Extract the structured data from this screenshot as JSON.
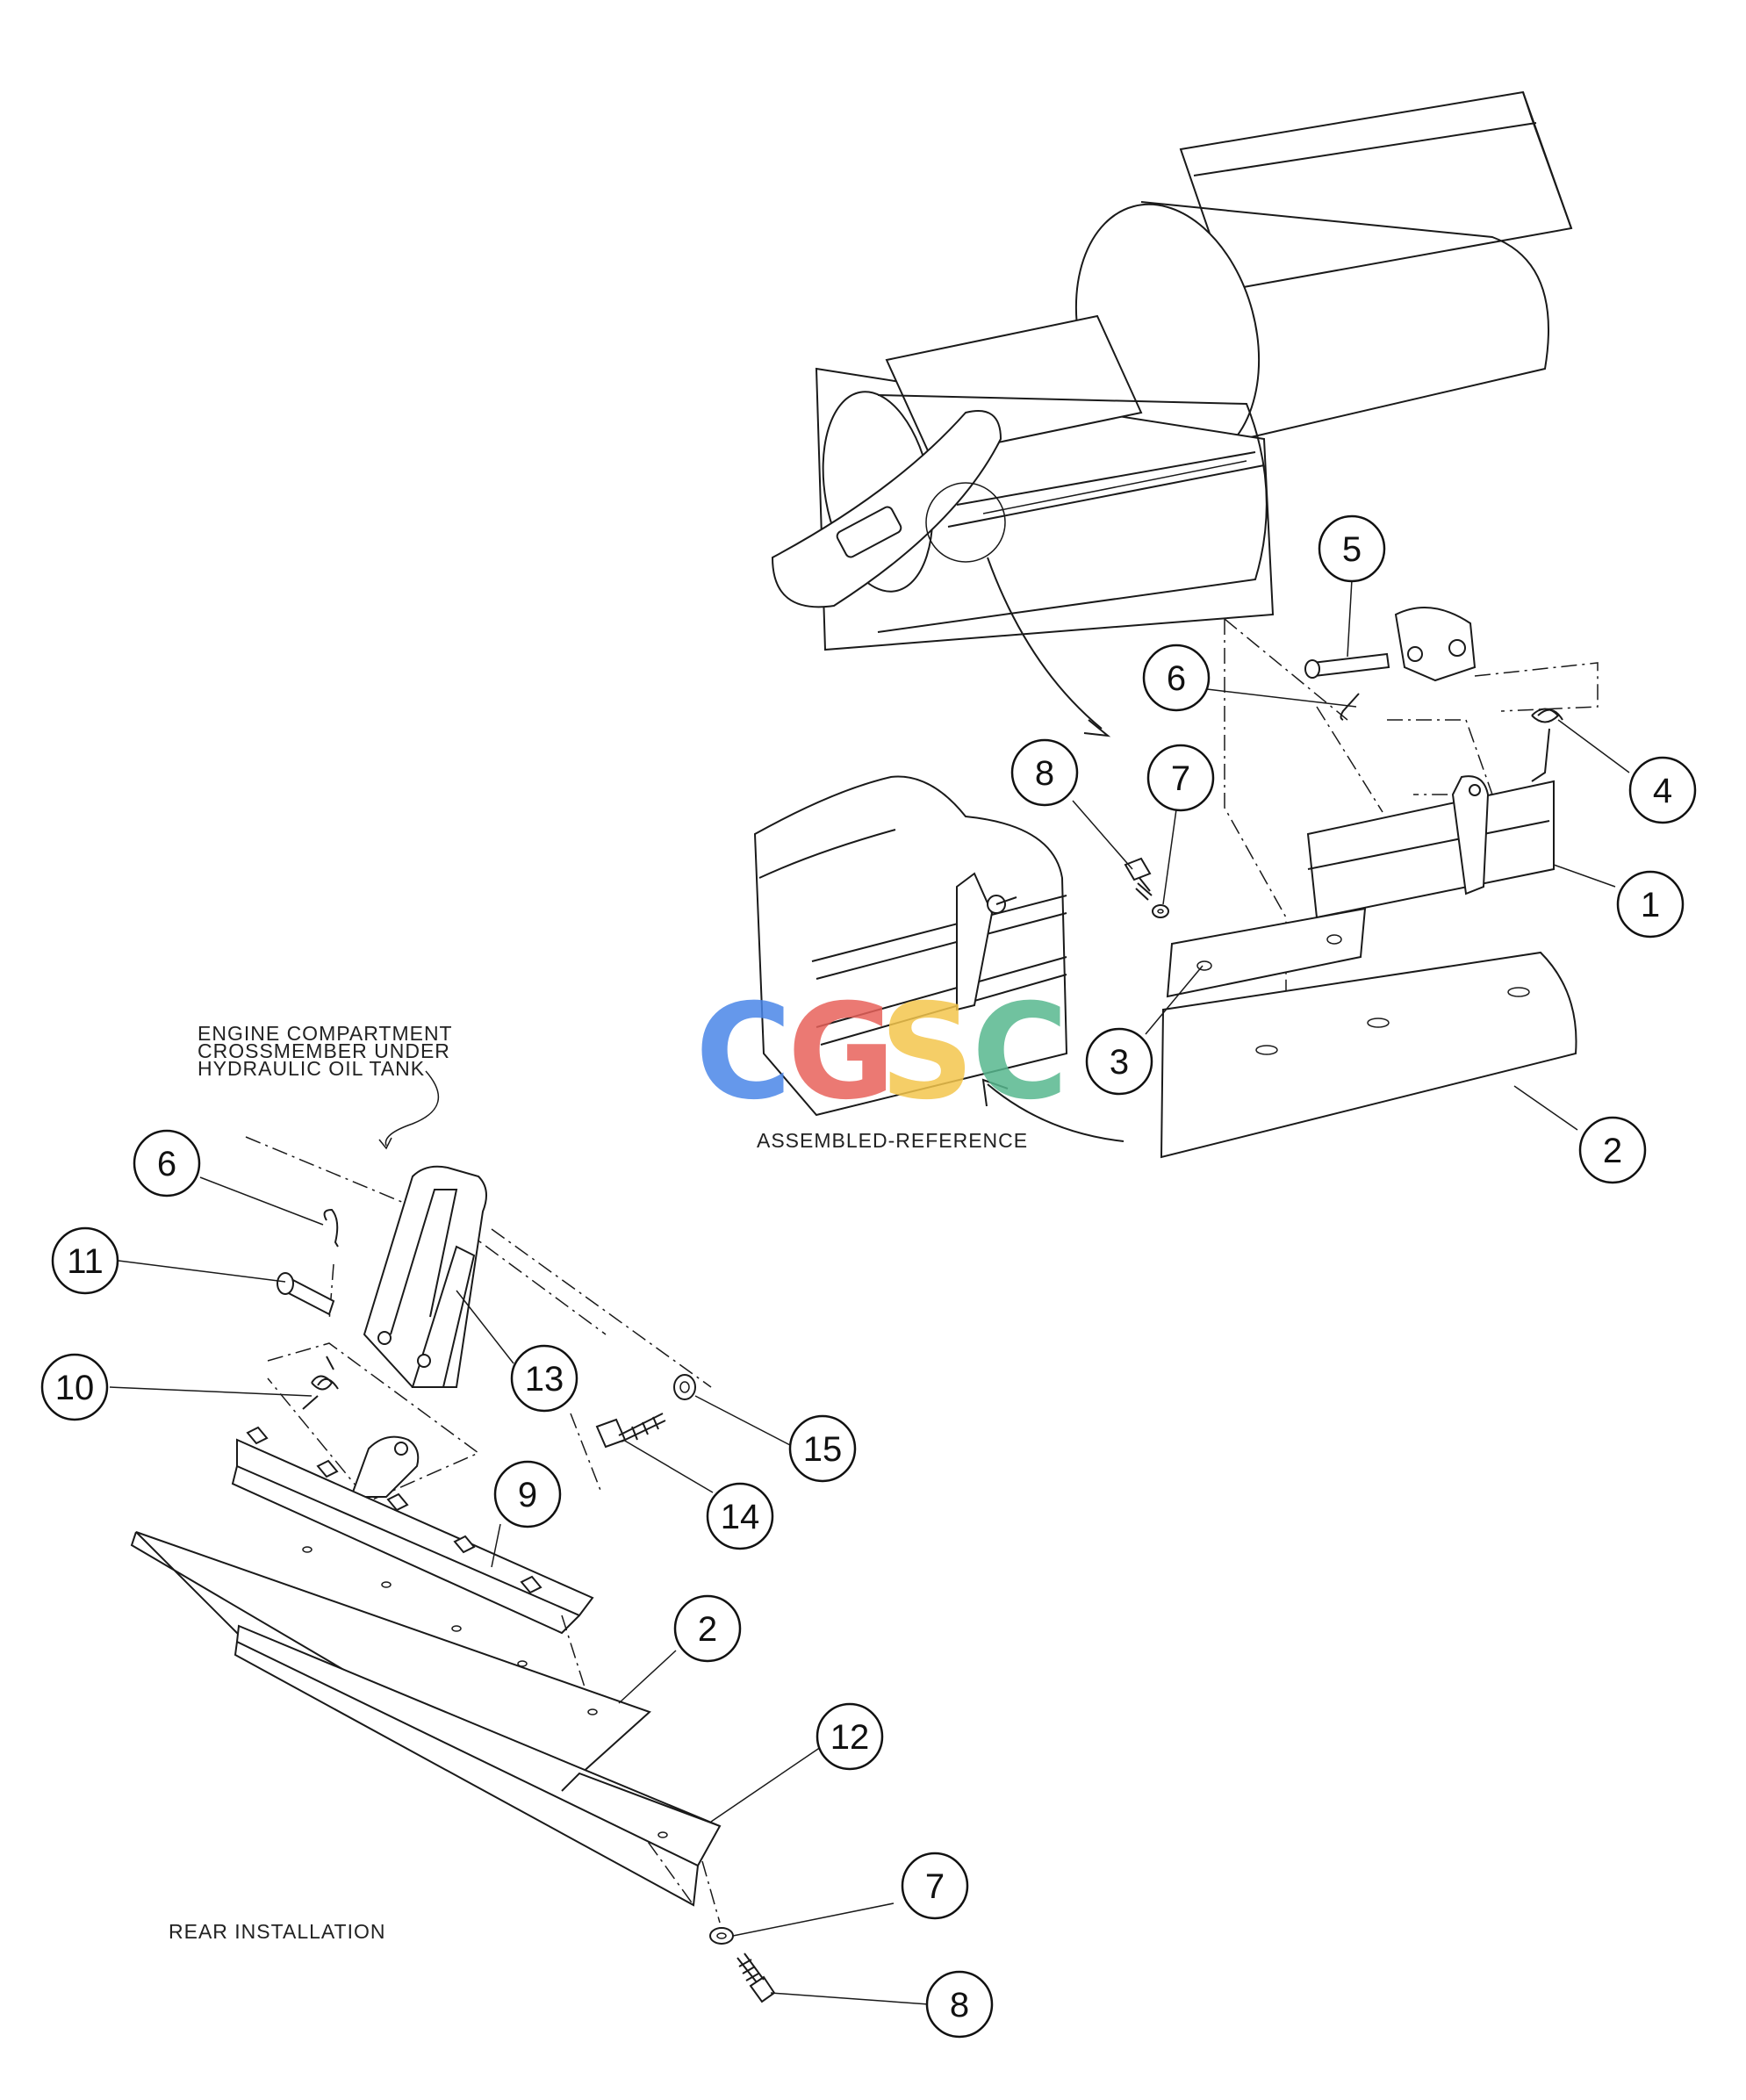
{
  "labels": {
    "engine_line1": "ENGINE COMPARTMENT",
    "engine_line2": "CROSSMEMBER UNDER",
    "engine_line3": "HYDRAULIC OIL TANK",
    "assembled": "ASSEMBLED-REFERENCE",
    "rear": "REAR INSTALLATION"
  },
  "watermark": {
    "letters": [
      "C",
      "G",
      "S",
      "C"
    ],
    "colors": [
      "#4A86E8",
      "#E8615A",
      "#F3C64C",
      "#57B78E"
    ]
  },
  "callouts": {
    "top_5": "5",
    "top_6": "6",
    "top_8": "8",
    "top_7": "7",
    "top_4": "4",
    "top_1": "1",
    "top_3": "3",
    "top_2": "2",
    "rear_6": "6",
    "rear_11": "11",
    "rear_10": "10",
    "rear_13": "13",
    "rear_15": "15",
    "rear_14": "14",
    "rear_9": "9",
    "rear_2": "2",
    "rear_12": "12",
    "rear_7": "7",
    "rear_8": "8"
  }
}
